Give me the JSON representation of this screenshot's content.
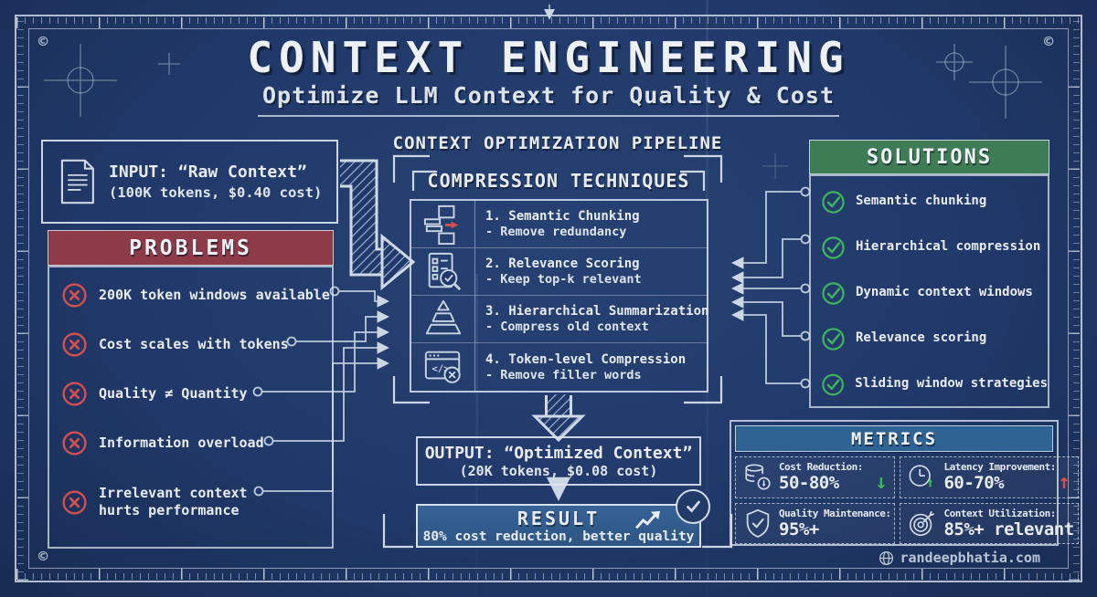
{
  "header": {
    "title": "CONTEXT ENGINEERING",
    "subtitle": "Optimize LLM Context for Quality & Cost"
  },
  "input_box": {
    "line1": "INPUT: “Raw Context”",
    "line2": "(100K tokens, $0.40 cost)",
    "icon": "document-icon"
  },
  "problems": {
    "title": "PROBLEMS",
    "accent_color": "#8d3b49",
    "item_icon": "x-circle-icon",
    "items": [
      {
        "text": "200K token windows available"
      },
      {
        "text": "Cost scales with tokens"
      },
      {
        "text": "Quality ≠ Quantity"
      },
      {
        "text": "Information overload"
      },
      {
        "text": "Irrelevant context hurts performance"
      }
    ]
  },
  "pipeline": {
    "title": "CONTEXT OPTIMIZATION PIPELINE",
    "box_title": "COMPRESSION TECHNIQUES",
    "techniques": [
      {
        "title": "1. Semantic Chunking",
        "detail": "- Remove redundancy",
        "icon": "cubes-compress-icon"
      },
      {
        "title": "2. Relevance Scoring",
        "detail": "- Keep top-k relevant",
        "icon": "checklist-magnifier-icon"
      },
      {
        "title": "3. Hierarchical Summarization",
        "detail": "- Compress old context",
        "icon": "pyramid-icon"
      },
      {
        "title": "4. Token-level Compression",
        "detail": "- Remove filler words",
        "icon": "code-window-icon"
      }
    ]
  },
  "output_box": {
    "line1": "OUTPUT: “Optimized Context”",
    "line2": "(20K tokens, $0.08 cost)"
  },
  "result_box": {
    "title": "RESULT",
    "subtitle": "80% cost reduction, better quality",
    "icons": [
      "trend-up-icon",
      "check-circle-badge-icon"
    ],
    "fill_color": "#32608f"
  },
  "solutions": {
    "title": "SOLUTIONS",
    "accent_color": "#3e7c55",
    "item_icon": "check-circle-icon",
    "items": [
      {
        "text": "Semantic chunking"
      },
      {
        "text": "Hierarchical compression"
      },
      {
        "text": "Dynamic context windows"
      },
      {
        "text": "Relevance scoring"
      },
      {
        "text": "Sliding window strategies"
      }
    ]
  },
  "metrics": {
    "title": "METRICS",
    "accent_color": "#2f6394",
    "cards": [
      {
        "label": "Cost Reduction:",
        "value": "50-80%",
        "trend": "↓",
        "trend_color": "#3fb25c",
        "icon": "database-down-icon"
      },
      {
        "label": "Latency Improvement:",
        "value": "60-70%",
        "trend": "↑",
        "trend_color": "#d94f4f",
        "icon": "clock-icon"
      },
      {
        "label": "Quality Maintenance:",
        "value": "95%+",
        "icon": "shield-check-icon"
      },
      {
        "label": "Context Utilization:",
        "value": "85%+ relevant",
        "icon": "target-icon"
      }
    ]
  },
  "footer": {
    "site": "randeepbhatia.com",
    "icon": "globe-icon"
  },
  "colors": {
    "background": "#21396a",
    "line": "#d3dde9",
    "red_accent": "#cf4f52",
    "green_accent": "#3fb25c"
  }
}
